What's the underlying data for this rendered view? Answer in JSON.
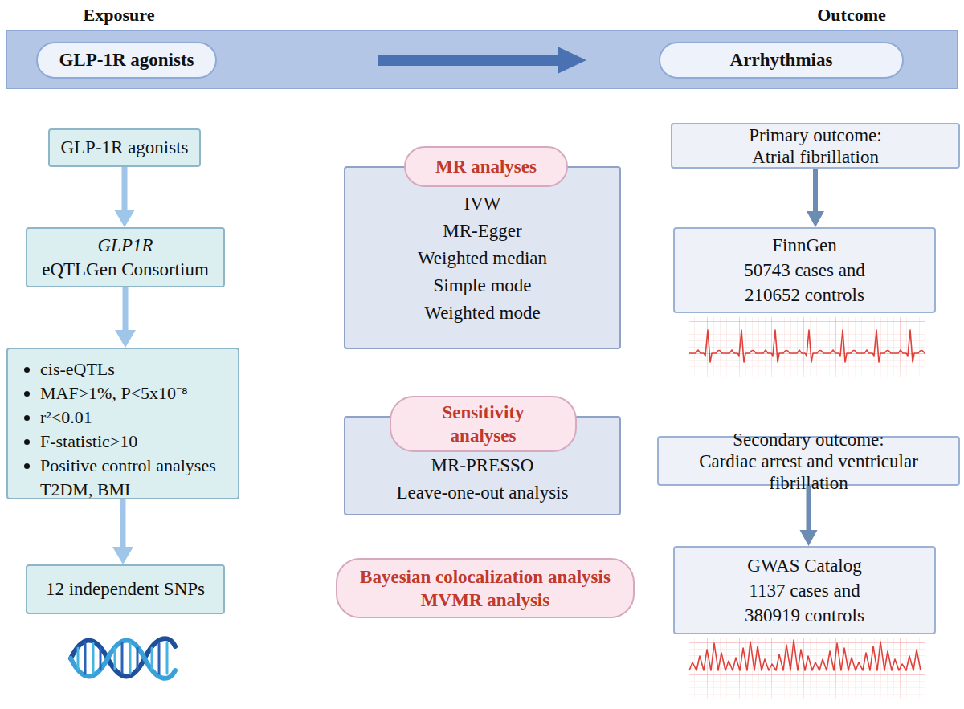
{
  "diagram": {
    "nodes": [
      {
        "text": [
          "GLP-1R agonists"
        ]
      },
      {
        "text": [
          "Arrhythmias"
        ]
      },
      {
        "text": [
          "GLP-1R agonists"
        ]
      },
      {
        "text": [
          "GLP1R",
          "eQTLGen Consortium"
        ]
      },
      {
        "text": [
          "cis-eQTLs",
          "MAF>1%, P<5x10⁻⁸",
          "r²<0.01",
          "F-statistic>10",
          "Positive control analyses T2DM, BMI"
        ]
      },
      {
        "text": [
          "12 independent SNPs"
        ]
      },
      {
        "text": [
          "IVW",
          "MR-Egger",
          "Weighted median",
          "Simple mode",
          "Weighted mode"
        ]
      },
      {
        "text": [
          "MR analyses"
        ],
        "in": 6
      },
      {
        "text": [
          "MR-PRESSO",
          "Leave-one-out analysis"
        ]
      },
      {
        "text": [
          "Sensitivity analyses"
        ],
        "in": 8
      },
      {
        "text": [
          "Bayesian colocalization analysis",
          "MVMR analysis"
        ]
      },
      {
        "text": [
          "Primary outcome:",
          "Atrial fibrillation"
        ]
      },
      {
        "text": [
          "FinnGen",
          "50743 cases and 210652 controls"
        ]
      },
      {
        "text": [
          "Secondary outcome:",
          "Cardiac arrest and ventricular fibrillation"
        ]
      },
      {
        "text": [
          "GWAS Catalog",
          "1137 cases and 380919 controls"
        ]
      }
    ],
    "edges": [
      {
        "from": 0,
        "to": 1,
        "arrow": "to"
      },
      {
        "from": 2,
        "to": 3,
        "arrow": "to"
      },
      {
        "from": 3,
        "to": 4,
        "arrow": "to"
      },
      {
        "from": 4,
        "to": 5,
        "arrow": "to"
      },
      {
        "from": 11,
        "to": 12,
        "arrow": "to"
      },
      {
        "from": 13,
        "to": 14,
        "arrow": "to"
      }
    ],
    "labels": [
      "Exposure",
      "Outcome"
    ]
  }
}
